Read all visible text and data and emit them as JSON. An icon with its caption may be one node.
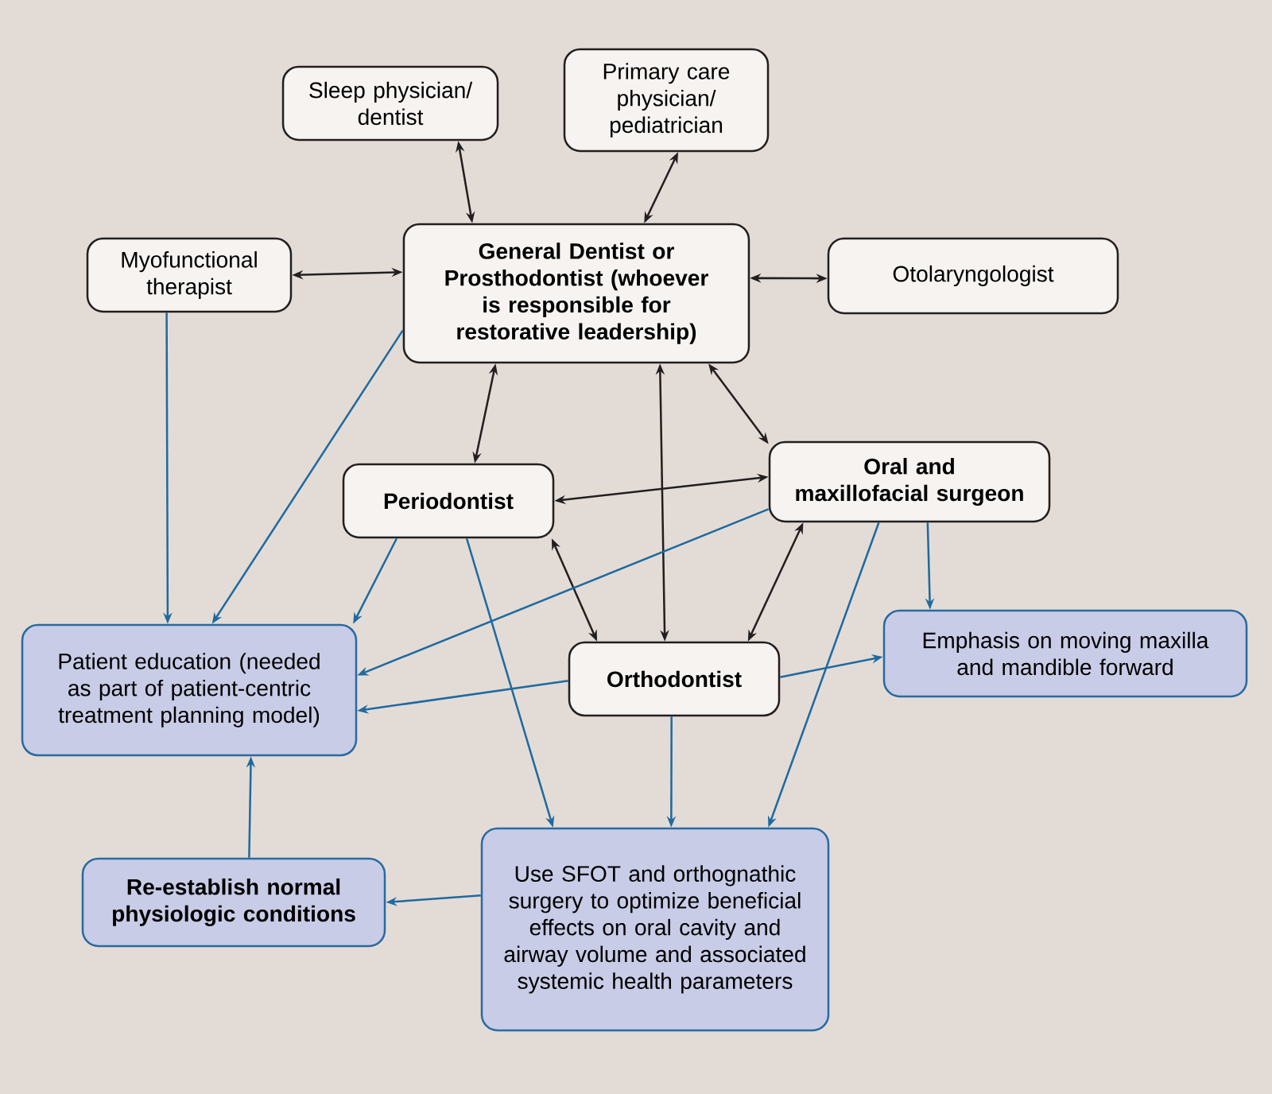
{
  "diagram": {
    "nodes": [
      {
        "text": [
          "Sleep physician/ dentist"
        ]
      },
      {
        "text": [
          "Primary care physician/ pediatrician"
        ]
      },
      {
        "text": [
          "Myofunctional therapist"
        ]
      },
      {
        "text": [
          "General Dentist or Prosthodontist (whoever is responsible for restorative leadership)"
        ]
      },
      {
        "text": [
          "Otolaryngologist"
        ]
      },
      {
        "text": [
          "Periodontist"
        ]
      },
      {
        "text": [
          "Oral and maxillofacial surgeon"
        ]
      },
      {
        "text": [
          "Patient education (needed as part of patient-centric treatment planning model)"
        ]
      },
      {
        "text": [
          "Orthodontist"
        ]
      },
      {
        "text": [
          "Emphasis on moving maxilla and mandible forward"
        ]
      },
      {
        "text": [
          "Re-establish normal physiologic conditions"
        ]
      },
      {
        "text": [
          "Use SFOT and orthognathic surgery to optimize beneficial effects on oral cavity and airway volume and associated systemic health parameters"
        ]
      }
    ],
    "edges": [
      {
        "from": 3,
        "to": 0,
        "arrow": "both",
        "color": "#231f20"
      },
      {
        "from": 3,
        "to": 1,
        "arrow": "both",
        "color": "#231f20"
      },
      {
        "from": 3,
        "to": 2,
        "arrow": "both",
        "color": "#231f20"
      },
      {
        "from": 3,
        "to": 4,
        "arrow": "both",
        "color": "#231f20"
      },
      {
        "from": 3,
        "to": 5,
        "arrow": "both",
        "color": "#231f20"
      },
      {
        "from": 3,
        "to": 8,
        "arrow": "both",
        "color": "#231f20"
      },
      {
        "from": 3,
        "to": 6,
        "arrow": "both",
        "color": "#231f20"
      },
      {
        "from": 5,
        "to": 6,
        "arrow": "both",
        "color": "#231f20"
      },
      {
        "from": 5,
        "to": 8,
        "arrow": "both",
        "color": "#231f20"
      },
      {
        "from": 6,
        "to": 8,
        "arrow": "both",
        "color": "#231f20"
      },
      {
        "from": 2,
        "to": 7,
        "arrow": "to"
      },
      {
        "from": 3,
        "to": 7,
        "arrow": "to"
      },
      {
        "from": 5,
        "to": 7,
        "arrow": "to"
      },
      {
        "from": 6,
        "to": 7,
        "arrow": "to"
      },
      {
        "from": 8,
        "to": 7,
        "arrow": "to"
      },
      {
        "from": 6,
        "to": 9,
        "arrow": "to"
      },
      {
        "from": 8,
        "to": 9,
        "arrow": "to"
      },
      {
        "from": 5,
        "to": 11,
        "arrow": "to"
      },
      {
        "from": 8,
        "to": 11,
        "arrow": "to"
      },
      {
        "from": 6,
        "to": 11,
        "arrow": "to"
      },
      {
        "from": 11,
        "to": 10,
        "arrow": "to"
      },
      {
        "from": 10,
        "to": 7,
        "arrow": "to"
      }
    ]
  }
}
